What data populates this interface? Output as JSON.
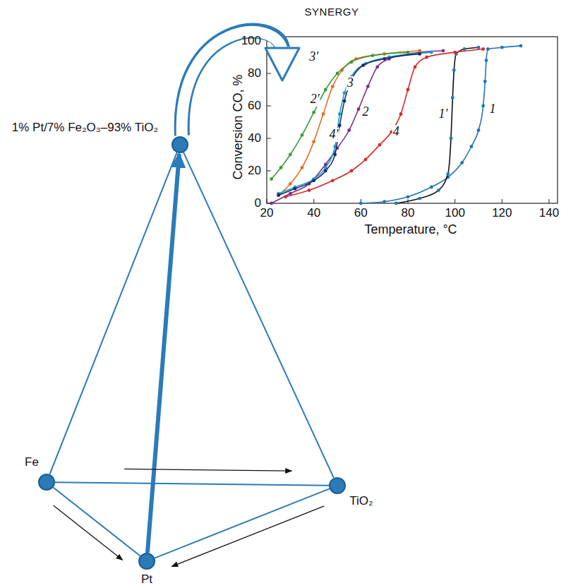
{
  "diagram": {
    "title": "SYNERGY",
    "nodes": [
      {
        "text": [
          "1% Pt/7% Fe₂O₃–93% TiO₂"
        ]
      },
      {
        "text": [
          "Fe"
        ]
      },
      {
        "text": [
          "TiO₂"
        ]
      },
      {
        "text": [
          "Pt"
        ]
      }
    ],
    "edges": [
      {
        "from": 0,
        "to": 1,
        "arrow": "none"
      },
      {
        "from": 0,
        "to": 2,
        "arrow": "none"
      },
      {
        "from": 3,
        "to": 0,
        "arrow": "to"
      },
      {
        "from": 1,
        "to": 2,
        "arrow": "none"
      },
      {
        "from": 1,
        "to": 3,
        "arrow": "none"
      },
      {
        "from": 2,
        "to": 3,
        "arrow": "none"
      },
      {
        "from": 1,
        "to": 2,
        "arrow": "to"
      },
      {
        "from": 1,
        "to": 3,
        "arrow": "to"
      },
      {
        "from": 2,
        "to": 3,
        "arrow": "to"
      }
    ],
    "labels": [
      "0",
      "20",
      "40",
      "60",
      "80",
      "100",
      "20",
      "40",
      "60",
      "80",
      "100",
      "120",
      "140",
      "Conversion CO, %",
      "Temperature, °C",
      "3′",
      "3",
      "2′",
      "2",
      "4′",
      "4",
      "1′",
      "1"
    ]
  }
}
